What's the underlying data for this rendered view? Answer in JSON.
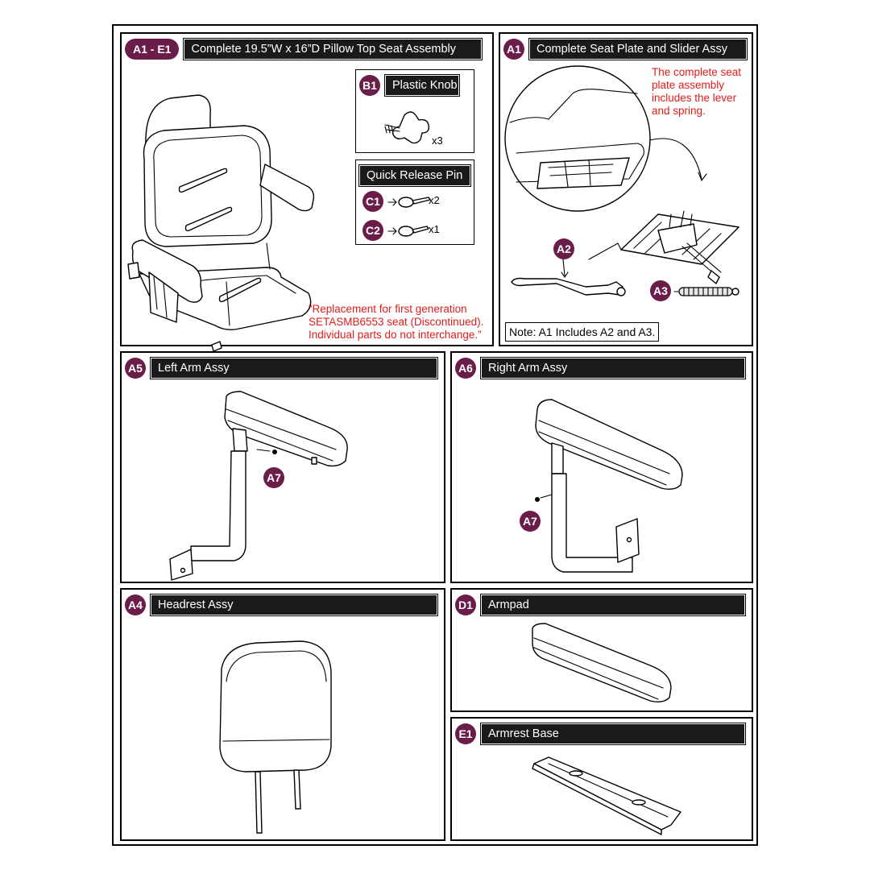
{
  "panels": {
    "seat_assembly": {
      "badge": "A1 - E1",
      "title": "Complete 19.5”W x 16”D Pillow Top Seat Assembly",
      "note": "“Replacement for first generation SETASMB6553 seat (Discontinued). Individual parts do not interchange.”"
    },
    "plastic_knob": {
      "badge": "B1",
      "title": "Plastic Knob",
      "qty": "x3"
    },
    "quick_release_pin": {
      "title": "Quick Release Pin",
      "items": [
        {
          "badge": "C1",
          "qty": "x2"
        },
        {
          "badge": "C2",
          "qty": "x1"
        }
      ]
    },
    "seat_plate": {
      "badge": "A1",
      "title": "Complete Seat Plate and Slider Assy",
      "red_note": "The complete seat plate assembly includes the lever and spring.",
      "callouts": [
        "A2",
        "A3"
      ],
      "note": "Note: A1 Includes A2 and A3."
    },
    "left_arm": {
      "badge": "A5",
      "title": "Left Arm Assy",
      "callout": "A7"
    },
    "right_arm": {
      "badge": "A6",
      "title": "Right Arm Assy",
      "callout": "A7"
    },
    "headrest": {
      "badge": "A4",
      "title": "Headrest Assy"
    },
    "armpad": {
      "badge": "D1",
      "title": "Armpad"
    },
    "armrest_base": {
      "badge": "E1",
      "title": "Armrest Base"
    }
  },
  "colors": {
    "badge": "#6b1d4a",
    "titlebar": "#1a1a1a",
    "note_red": "#e01b1b"
  }
}
